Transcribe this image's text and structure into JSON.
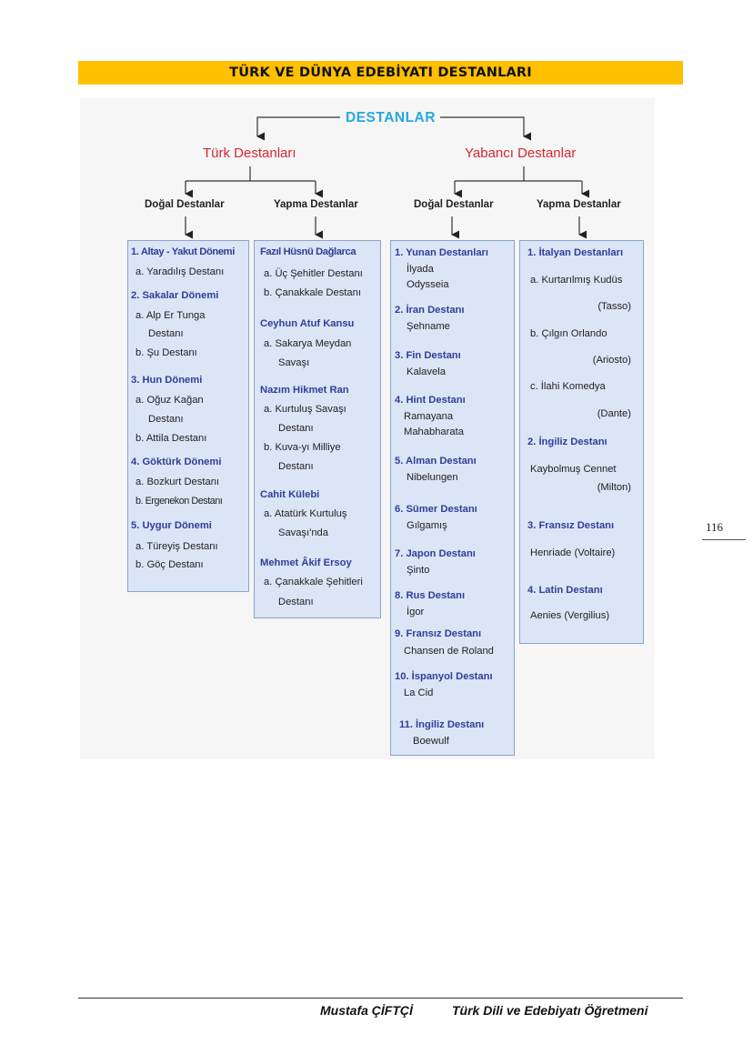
{
  "banner": {
    "title": "TÜRK VE DÜNYA EDEBİYATI DESTANLARI"
  },
  "diagram": {
    "root": "DESTANLAR",
    "turk": "Türk Destanları",
    "yabanci": "Yabancı Destanlar",
    "turk_dogal": "Doğal Destanlar",
    "turk_yapma": "Yapma Destanlar",
    "yabanci_dogal": "Doğal Destanlar",
    "yabanci_yapma": "Yapma Destanlar"
  },
  "boxes": {
    "turk_dogal": [
      "1. Altay - Yakut Dönemi",
      "a. Yaradılış Destanı",
      "2. Sakalar Dönemi",
      "a. Alp Er Tunga",
      "Destanı",
      "b. Şu Destanı",
      "3. Hun Dönemi",
      "a. Oğuz Kağan",
      "Destanı",
      "b. Attila Destanı",
      "4. Göktürk Dönemi",
      "a. Bozkurt Destanı",
      "b. Ergenekon Destanı",
      "5. Uygur Dönemi",
      "a. Türeyiş Destanı",
      "b. Göç Destanı"
    ],
    "turk_yapma": [
      "Fazıl Hüsnü Dağlarca",
      "a. Üç Şehitler Destanı",
      "b. Çanakkale Destanı",
      "Ceyhun Atuf Kansu",
      "a. Sakarya Meydan",
      "Savaşı",
      "Nazım Hikmet Ran",
      "a. Kurtuluş Savaşı",
      "Destanı",
      "b. Kuva-yı Milliye",
      "Destanı",
      "Cahit Külebi",
      "a. Atatürk Kurtuluş",
      "Savaşı'nda",
      "Mehmet Âkif Ersoy",
      "a. Çanakkale Şehitleri",
      "Destanı"
    ],
    "yabanci_dogal": [
      "1. Yunan Destanları",
      "İlyada",
      "Odysseia",
      "2. İran Destanı",
      "Şehname",
      "3. Fin Destanı",
      "Kalavela",
      "4. Hint Destanı",
      "Ramayana",
      "Mahabharata",
      "5. Alman Destanı",
      "Nibelungen",
      "6. Sümer Destanı",
      "Gılgamış",
      "7. Japon Destanı",
      "Şinto",
      "8. Rus Destanı",
      "İgor",
      "9. Fransız Destanı",
      "Chansen de Roland",
      "10. İspanyol Destanı",
      "La Cid",
      "11. İngiliz Destanı",
      "Boewulf"
    ],
    "yabanci_yapma": [
      "1. İtalyan Destanları",
      "a. Kurtarılmış Kudüs",
      "(Tasso)",
      "b. Çılgın Orlando",
      "(Ariosto)",
      "c. İlahi Komedya",
      "(Dante)",
      "2. İngiliz Destanı",
      "Kaybolmuş Cennet",
      "(Milton)",
      "3. Fransız Destanı",
      "Henriade (Voltaire)",
      "4. Latin Destanı",
      "Aenies (Vergilius)"
    ]
  },
  "page_number": "116",
  "footer": {
    "author": "Mustafa ÇİFTÇİ",
    "title": "Türk Dili ve Edebiyatı Öğretmeni"
  },
  "colors": {
    "banner": "#ffc000",
    "root": "#27a7df",
    "branch": "#d8262e",
    "heading": "#2f3f99",
    "box": "#dbe5f5"
  }
}
